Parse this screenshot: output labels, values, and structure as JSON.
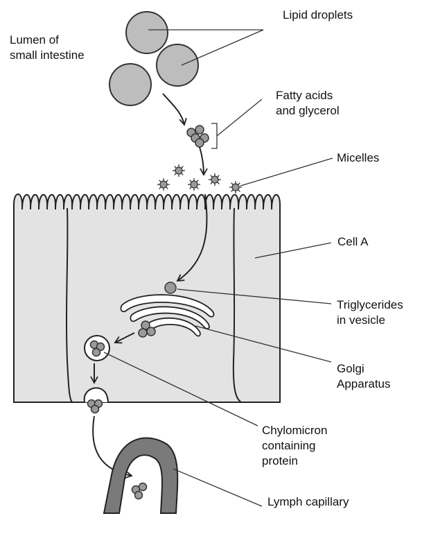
{
  "labels": {
    "lipid_droplets": "Lipid droplets",
    "lumen": "Lumen of\nsmall intestine",
    "fatty_acids": "Fatty acids\nand glycerol",
    "micelles": "Micelles",
    "cell_a": "Cell A",
    "triglycerides": "Triglycerides\nin vesicle",
    "golgi": "Golgi\nApparatus",
    "chylomicron": "Chylomicron\ncontaining\nprotein",
    "lymph": "Lymph capillary"
  },
  "colors": {
    "cell_fill": "#e3e3e3",
    "droplet_fill": "#bdbdbd",
    "molecule_fill": "#9a9a9a",
    "capillary_fill": "#7a7a7a",
    "outline": "#222222"
  }
}
